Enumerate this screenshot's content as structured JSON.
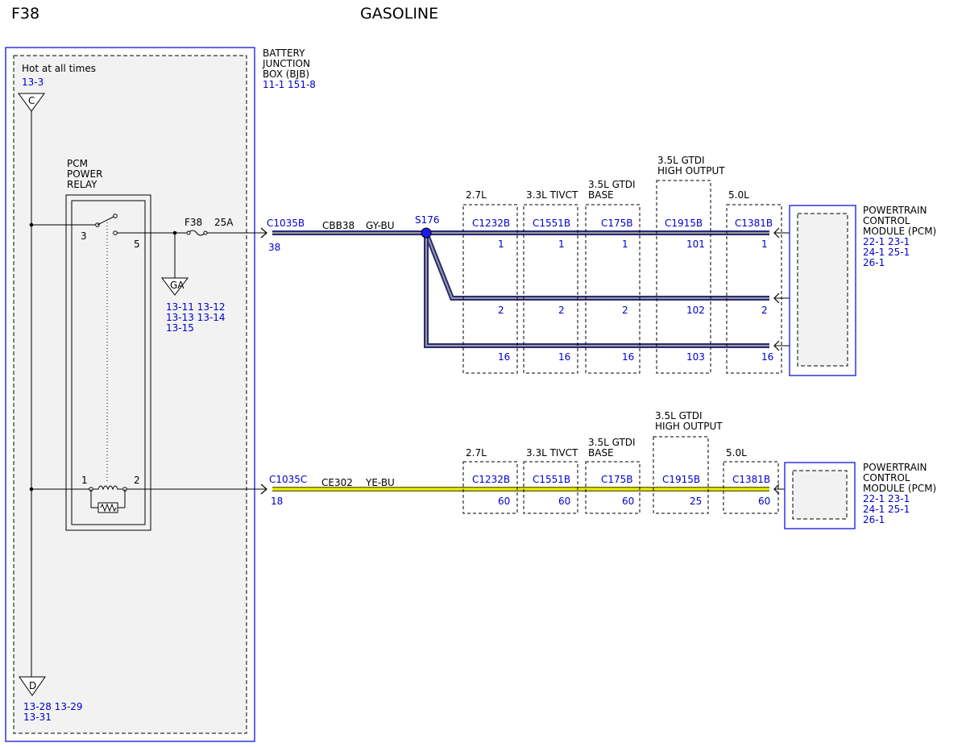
{
  "header": {
    "page_code": "F38",
    "title": "GASOLINE"
  },
  "bjb": {
    "label_lines": [
      "BATTERY",
      "JUNCTION",
      "BOX (BJB)"
    ],
    "refs": "11-1   151-8",
    "hot_label": "Hot at all times",
    "hot_ref": "13-3",
    "terminal_top": "C",
    "terminal_bottom": "D",
    "bottom_refs": [
      "13-28 13-29",
      "13-31"
    ]
  },
  "relay": {
    "label_lines": [
      "PCM",
      "POWER",
      "RELAY"
    ],
    "pin_3": "3",
    "pin_5": "5",
    "pin_1": "1",
    "pin_2": "2"
  },
  "fuse": {
    "name": "F38",
    "rating": "25A"
  },
  "ground": {
    "label": "GA",
    "refs": [
      "13-11 13-12",
      "13-13 13-14",
      "13-15"
    ]
  },
  "circuit_top": {
    "connector": "C1035B",
    "pin": "38",
    "circuit": "CBB38",
    "color": "GY-BU",
    "splice": "S176",
    "wire_color_hex": "#3a3a8c"
  },
  "circuit_bottom": {
    "connector": "C1035C",
    "pin": "18",
    "circuit": "CE302",
    "color": "YE-BU",
    "wire_color_hex": "#e6e600"
  },
  "engines_top": [
    {
      "label": [
        "2.7L"
      ],
      "connector": "C1232B",
      "pins": [
        "1",
        "2",
        "16"
      ]
    },
    {
      "label": [
        "3.3L TIVCT"
      ],
      "connector": "C1551B",
      "pins": [
        "1",
        "2",
        "16"
      ]
    },
    {
      "label": [
        "3.5L GTDI",
        "BASE"
      ],
      "connector": "C175B",
      "pins": [
        "1",
        "2",
        "16"
      ]
    },
    {
      "label": [
        "3.5L GTDI",
        "HIGH OUTPUT"
      ],
      "connector": "C1915B",
      "pins": [
        "101",
        "102",
        "103"
      ]
    },
    {
      "label": [
        "5.0L"
      ],
      "connector": "C1381B",
      "pins": [
        "1",
        "2",
        "16"
      ]
    }
  ],
  "engines_bottom": [
    {
      "label": [
        "2.7L"
      ],
      "connector": "C1232B",
      "pin": "60"
    },
    {
      "label": [
        "3.3L TIVCT"
      ],
      "connector": "C1551B",
      "pin": "60"
    },
    {
      "label": [
        "3.5L GTDI",
        "BASE"
      ],
      "connector": "C175B",
      "pin": "60"
    },
    {
      "label": [
        "3.5L GTDI",
        "HIGH OUTPUT"
      ],
      "connector": "C1915B",
      "pin": "25"
    },
    {
      "label": [
        "5.0L"
      ],
      "connector": "C1381B",
      "pin": "60"
    }
  ],
  "pcm": {
    "label_lines": [
      "POWERTRAIN",
      "CONTROL",
      "MODULE (PCM)"
    ],
    "refs": [
      "22-1   23-1",
      "24-1   25-1",
      "26-1"
    ]
  }
}
